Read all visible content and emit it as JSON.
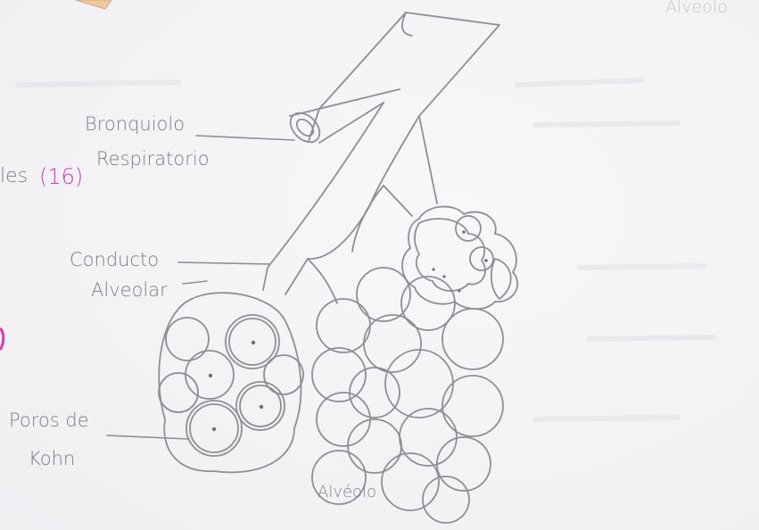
{
  "labels": {
    "bronquiolo_line1": "Bronquiolo",
    "bronquiolo_line2": "Respiratorio",
    "conducto_line1": "Conducto",
    "conducto_line2": "Alveolar",
    "poros_line1": "Poros de",
    "poros_line2": "Kohn",
    "alveolo": "Alvéolo",
    "left_partial": "les",
    "left_number": "(16)",
    "top_right_partial": "Alveolo"
  },
  "colors": {
    "ink": "#7d7c84",
    "highlight": "#d63ab9",
    "paper": "#f4f3f5"
  }
}
